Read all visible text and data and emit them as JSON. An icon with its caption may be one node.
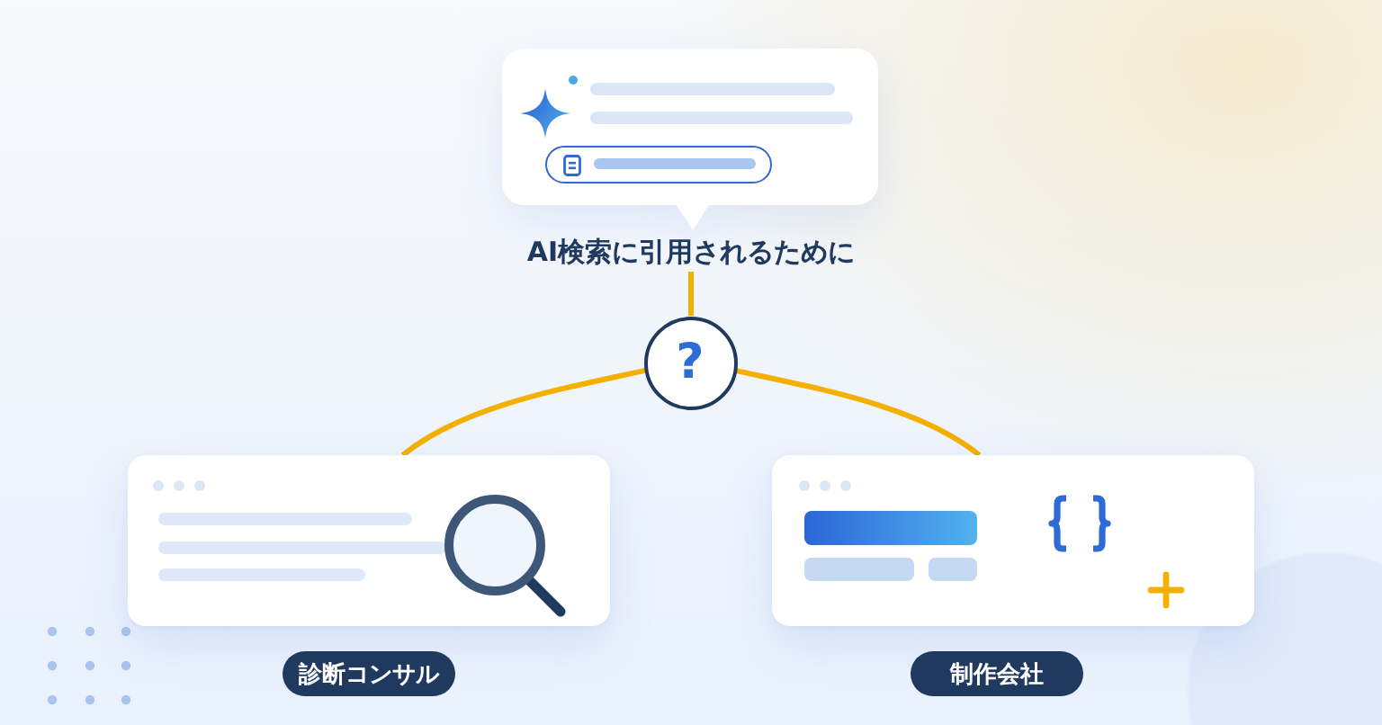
{
  "diagram": {
    "nodes": [
      {
        "text": [],
        "shape": "picture"
      },
      {
        "text": [
          "AI検索に引用されるために"
        ]
      },
      {
        "text": [
          "?"
        ]
      },
      {
        "text": [],
        "shape": "picture"
      },
      {
        "text": [],
        "shape": "picture"
      },
      {
        "text": [
          "診断コンサル"
        ]
      },
      {
        "text": [
          "制作会社"
        ]
      }
    ],
    "edges": [
      {
        "from": 1,
        "to": 2,
        "arrow": "none"
      },
      {
        "from": 2,
        "to": 3,
        "arrow": "none"
      },
      {
        "from": 2,
        "to": 4,
        "arrow": "none"
      }
    ]
  }
}
